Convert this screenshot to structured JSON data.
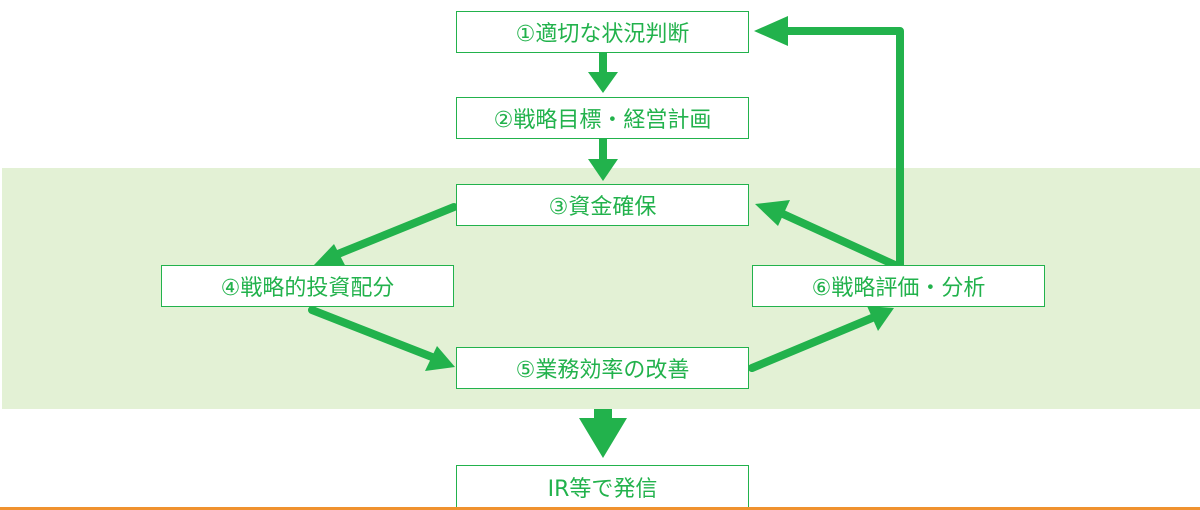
{
  "flow": {
    "step1": "①適切な状況判断",
    "step2": "②戦略目標・経営計画",
    "step3": "③資金確保",
    "step4": "④戦略的投資配分",
    "step5": "⑤業務効率の改善",
    "step6": "⑥戦略評価・分析",
    "output": "IR等で発信"
  },
  "colors": {
    "accent_green": "#22b24c",
    "band_fill": "#e3f1d5",
    "footer_line": "#f0922e"
  }
}
